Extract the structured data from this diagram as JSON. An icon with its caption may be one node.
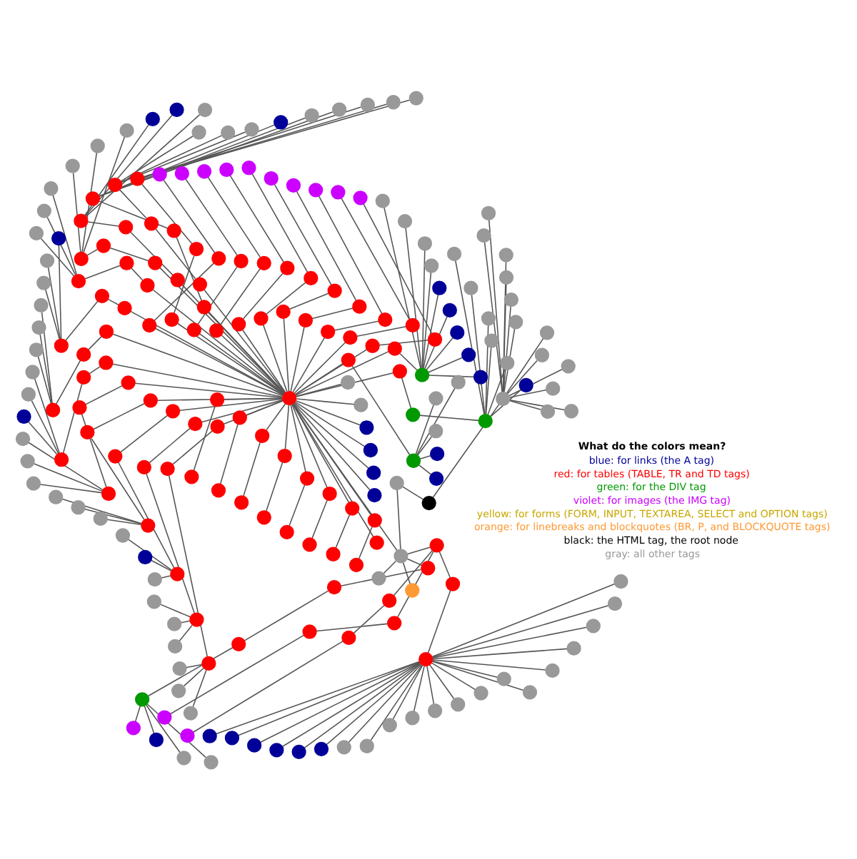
{
  "diagram": {
    "nodes": [
      {
        "text": [],
        "shape": "circle"
      },
      {
        "text": [],
        "shape": "circle"
      },
      {
        "text": [],
        "shape": "circle"
      },
      {
        "text": [],
        "shape": "circle"
      },
      {
        "text": [],
        "shape": "circle"
      },
      {
        "text": [],
        "shape": "circle"
      },
      {
        "text": [],
        "shape": "circle"
      },
      {
        "text": [],
        "shape": "circle"
      },
      {
        "text": [],
        "shape": "circle"
      },
      {
        "text": [],
        "shape": "circle"
      },
      {
        "text": [],
        "shape": "circle"
      },
      {
        "text": [],
        "shape": "circle"
      },
      {
        "text": [],
        "shape": "circle"
      },
      {
        "text": [],
        "shape": "circle"
      },
      {
        "text": [],
        "shape": "circle"
      },
      {
        "text": [],
        "shape": "circle"
      },
      {
        "text": [],
        "shape": "circle"
      },
      {
        "text": [],
        "shape": "circle"
      },
      {
        "text": [],
        "shape": "circle"
      },
      {
        "text": [],
        "shape": "circle"
      },
      {
        "text": [],
        "shape": "circle"
      },
      {
        "text": [],
        "shape": "circle"
      },
      {
        "text": [],
        "shape": "circle"
      },
      {
        "text": [],
        "shape": "circle"
      },
      {
        "text": [],
        "shape": "circle"
      },
      {
        "text": [],
        "shape": "circle"
      },
      {
        "text": [],
        "shape": "circle"
      },
      {
        "text": [],
        "shape": "circle"
      },
      {
        "text": [],
        "shape": "circle"
      },
      {
        "text": [],
        "shape": "circle"
      },
      {
        "text": [],
        "shape": "circle"
      },
      {
        "text": [],
        "shape": "circle"
      },
      {
        "text": [],
        "shape": "circle"
      },
      {
        "text": [],
        "shape": "circle"
      },
      {
        "text": [],
        "shape": "circle"
      },
      {
        "text": [],
        "shape": "circle"
      },
      {
        "text": [],
        "shape": "circle"
      },
      {
        "text": [],
        "shape": "circle"
      },
      {
        "text": [],
        "shape": "circle"
      },
      {
        "text": [],
        "shape": "circle"
      },
      {
        "text": [],
        "shape": "circle"
      },
      {
        "text": [],
        "shape": "circle"
      },
      {
        "text": [],
        "shape": "circle"
      },
      {
        "text": [],
        "shape": "circle"
      },
      {
        "text": [],
        "shape": "circle"
      },
      {
        "text": [],
        "shape": "circle"
      },
      {
        "text": [],
        "shape": "circle"
      },
      {
        "text": [],
        "shape": "circle"
      },
      {
        "text": [],
        "shape": "circle"
      },
      {
        "text": [],
        "shape": "circle"
      },
      {
        "text": [],
        "shape": "circle"
      },
      {
        "text": [],
        "shape": "circle"
      },
      {
        "text": [],
        "shape": "circle"
      },
      {
        "text": [],
        "shape": "circle"
      },
      {
        "text": [],
        "shape": "circle"
      },
      {
        "text": [],
        "shape": "circle"
      },
      {
        "text": [],
        "shape": "circle"
      },
      {
        "text": [],
        "shape": "circle"
      },
      {
        "text": [],
        "shape": "circle"
      },
      {
        "text": [],
        "shape": "circle"
      },
      {
        "text": [],
        "shape": "circle"
      },
      {
        "text": [],
        "shape": "circle"
      },
      {
        "text": [],
        "shape": "circle"
      },
      {
        "text": [],
        "shape": "circle"
      },
      {
        "text": [],
        "shape": "circle"
      },
      {
        "text": [],
        "shape": "circle"
      },
      {
        "text": [],
        "shape": "circle"
      },
      {
        "text": [],
        "shape": "circle"
      },
      {
        "text": [],
        "shape": "circle"
      },
      {
        "text": [],
        "shape": "circle"
      },
      {
        "text": [],
        "shape": "circle"
      },
      {
        "text": [],
        "shape": "circle"
      },
      {
        "text": [],
        "shape": "circle"
      },
      {
        "text": [],
        "shape": "circle"
      },
      {
        "text": [],
        "shape": "circle"
      },
      {
        "text": [],
        "shape": "circle"
      },
      {
        "text": [],
        "shape": "circle"
      },
      {
        "text": [],
        "shape": "circle"
      },
      {
        "text": [],
        "shape": "circle"
      },
      {
        "text": [],
        "shape": "circle"
      },
      {
        "text": [],
        "shape": "circle"
      },
      {
        "text": [],
        "shape": "circle"
      },
      {
        "text": [],
        "shape": "circle"
      },
      {
        "text": [],
        "shape": "circle"
      },
      {
        "text": [],
        "shape": "circle"
      },
      {
        "text": [],
        "shape": "circle"
      },
      {
        "text": [],
        "shape": "circle"
      },
      {
        "text": [],
        "shape": "circle"
      },
      {
        "text": [],
        "shape": "circle"
      },
      {
        "text": [],
        "shape": "circle"
      },
      {
        "text": [],
        "shape": "circle"
      },
      {
        "text": [],
        "shape": "circle"
      },
      {
        "text": [],
        "shape": "circle"
      },
      {
        "text": [],
        "shape": "circle"
      },
      {
        "text": [],
        "shape": "circle"
      },
      {
        "text": [],
        "shape": "circle"
      },
      {
        "text": [],
        "shape": "circle"
      },
      {
        "text": [],
        "shape": "circle"
      },
      {
        "text": [],
        "shape": "circle"
      },
      {
        "text": [],
        "shape": "circle"
      },
      {
        "text": [],
        "shape": "circle"
      },
      {
        "text": [],
        "shape": "circle"
      },
      {
        "text": [],
        "shape": "circle"
      },
      {
        "text": [],
        "shape": "circle"
      },
      {
        "text": [],
        "shape": "circle"
      },
      {
        "text": [],
        "shape": "circle"
      },
      {
        "text": [],
        "shape": "circle"
      },
      {
        "text": [],
        "shape": "circle"
      },
      {
        "text": [],
        "shape": "circle"
      },
      {
        "text": [],
        "shape": "circle"
      },
      {
        "text": [],
        "shape": "circle"
      },
      {
        "text": [],
        "shape": "circle"
      },
      {
        "text": [],
        "shape": "circle"
      },
      {
        "text": [],
        "shape": "circle"
      },
      {
        "text": [],
        "shape": "circle"
      },
      {
        "text": [],
        "shape": "circle"
      },
      {
        "text": [],
        "shape": "circle"
      },
      {
        "text": [],
        "shape": "circle"
      },
      {
        "text": [],
        "shape": "circle"
      },
      {
        "text": [],
        "shape": "circle"
      },
      {
        "text": [],
        "shape": "circle"
      },
      {
        "text": [],
        "shape": "circle"
      },
      {
        "text": [],
        "shape": "circle"
      },
      {
        "text": [],
        "shape": "circle"
      },
      {
        "text": [],
        "shape": "circle"
      },
      {
        "text": [],
        "shape": "circle"
      },
      {
        "text": [],
        "shape": "circle"
      },
      {
        "text": [],
        "shape": "circle"
      },
      {
        "text": [],
        "shape": "circle"
      },
      {
        "text": [],
        "shape": "circle"
      },
      {
        "text": [],
        "shape": "circle"
      },
      {
        "text": [],
        "shape": "circle"
      },
      {
        "text": [],
        "shape": "circle"
      },
      {
        "text": [],
        "shape": "circle"
      },
      {
        "text": [],
        "shape": "circle"
      },
      {
        "text": [],
        "shape": "circle"
      },
      {
        "text": [],
        "shape": "circle"
      },
      {
        "text": [],
        "shape": "circle"
      },
      {
        "text": [],
        "shape": "circle"
      },
      {
        "text": [],
        "shape": "circle"
      },
      {
        "text": [],
        "shape": "circle"
      },
      {
        "text": [],
        "shape": "circle"
      },
      {
        "text": [],
        "shape": "circle"
      },
      {
        "text": [],
        "shape": "circle"
      },
      {
        "text": [],
        "shape": "circle"
      },
      {
        "text": [],
        "shape": "circle"
      },
      {
        "text": [],
        "shape": "circle"
      },
      {
        "text": [],
        "shape": "circle"
      },
      {
        "text": [],
        "shape": "circle"
      },
      {
        "text": [],
        "shape": "circle"
      },
      {
        "text": [],
        "shape": "circle"
      },
      {
        "text": [],
        "shape": "circle"
      },
      {
        "text": [],
        "shape": "circle"
      },
      {
        "text": [],
        "shape": "circle"
      },
      {
        "text": [],
        "shape": "circle"
      },
      {
        "text": [],
        "shape": "circle"
      },
      {
        "text": [],
        "shape": "circle"
      },
      {
        "text": [],
        "shape": "circle"
      },
      {
        "text": [],
        "shape": "circle"
      },
      {
        "text": [],
        "shape": "circle"
      },
      {
        "text": [],
        "shape": "circle"
      },
      {
        "text": [],
        "shape": "circle"
      },
      {
        "text": [],
        "shape": "circle"
      },
      {
        "text": [],
        "shape": "circle"
      },
      {
        "text": [],
        "shape": "circle"
      },
      {
        "text": [],
        "shape": "circle"
      },
      {
        "text": [],
        "shape": "circle"
      },
      {
        "text": [],
        "shape": "circle"
      },
      {
        "text": [],
        "shape": "circle"
      },
      {
        "text": [],
        "shape": "circle"
      },
      {
        "text": [],
        "shape": "circle"
      },
      {
        "text": [],
        "shape": "circle"
      },
      {
        "text": [],
        "shape": "circle"
      },
      {
        "text": [],
        "shape": "circle"
      },
      {
        "text": [],
        "shape": "circle"
      },
      {
        "text": [],
        "shape": "circle"
      },
      {
        "text": [],
        "shape": "circle"
      },
      {
        "text": [],
        "shape": "circle"
      },
      {
        "text": [],
        "shape": "circle"
      },
      {
        "text": [],
        "shape": "circle"
      },
      {
        "text": [],
        "shape": "circle"
      },
      {
        "text": [],
        "shape": "circle"
      },
      {
        "text": [],
        "shape": "circle"
      },
      {
        "text": [],
        "shape": "circle"
      },
      {
        "text": [],
        "shape": "circle"
      },
      {
        "text": [],
        "shape": "circle"
      },
      {
        "text": [],
        "shape": "circle"
      },
      {
        "text": [],
        "shape": "circle"
      },
      {
        "text": [],
        "shape": "circle"
      },
      {
        "text": [],
        "shape": "circle"
      },
      {
        "text": [],
        "shape": "circle"
      },
      {
        "text": [],
        "shape": "circle"
      },
      {
        "text": [],
        "shape": "circle"
      },
      {
        "text": [],
        "shape": "circle"
      },
      {
        "text": [],
        "shape": "circle"
      },
      {
        "text": [],
        "shape": "circle"
      },
      {
        "text": [],
        "shape": "circle"
      },
      {
        "text": [],
        "shape": "circle"
      },
      {
        "text": [],
        "shape": "circle"
      },
      {
        "text": [],
        "shape": "circle"
      },
      {
        "text": [],
        "shape": "circle"
      },
      {
        "text": [],
        "shape": "circle"
      },
      {
        "text": [],
        "shape": "circle"
      },
      {
        "text": [],
        "shape": "circle"
      },
      {
        "text": [],
        "shape": "circle"
      },
      {
        "text": [],
        "shape": "circle"
      },
      {
        "text": [],
        "shape": "circle"
      },
      {
        "text": [],
        "shape": "circle"
      },
      {
        "text": [],
        "shape": "circle"
      },
      {
        "text": [],
        "shape": "circle"
      },
      {
        "text": [],
        "shape": "circle"
      },
      {
        "text": [],
        "shape": "circle"
      },
      {
        "text": [],
        "shape": "circle"
      },
      {
        "text": [],
        "shape": "circle"
      },
      {
        "text": [],
        "shape": "circle"
      },
      {
        "text": [],
        "shape": "circle"
      },
      {
        "text": [],
        "shape": "circle"
      },
      {
        "text": [],
        "shape": "circle"
      },
      {
        "text": [],
        "shape": "circle"
      },
      {
        "text": [],
        "shape": "circle"
      }
    ],
    "edges": [
      {
        "from": 0,
        "to": 1,
        "arrow": "none"
      },
      {
        "from": 1,
        "to": 2,
        "arrow": "none"
      },
      {
        "from": 1,
        "to": 3,
        "arrow": "none"
      },
      {
        "from": 1,
        "to": 4,
        "arrow": "none"
      },
      {
        "from": 1,
        "to": 5,
        "arrow": "none"
      },
      {
        "from": 1,
        "to": 6,
        "arrow": "none"
      },
      {
        "from": 1,
        "to": 7,
        "arrow": "none"
      },
      {
        "from": 1,
        "to": 8,
        "arrow": "none"
      },
      {
        "from": 1,
        "to": 9,
        "arrow": "none"
      },
      {
        "from": 1,
        "to": 10,
        "arrow": "none"
      },
      {
        "from": 1,
        "to": 11,
        "arrow": "none"
      },
      {
        "from": 1,
        "to": 12,
        "arrow": "none"
      },
      {
        "from": 1,
        "to": 13,
        "arrow": "none"
      },
      {
        "from": 0,
        "to": 14,
        "arrow": "none"
      },
      {
        "from": 14,
        "to": 15,
        "arrow": "none"
      },
      {
        "from": 15,
        "to": 16,
        "arrow": "none"
      },
      {
        "from": 15,
        "to": 17,
        "arrow": "none"
      },
      {
        "from": 15,
        "to": 18,
        "arrow": "none"
      },
      {
        "from": 18,
        "to": 19,
        "arrow": "none"
      },
      {
        "from": 19,
        "to": 20,
        "arrow": "none"
      },
      {
        "from": 20,
        "to": 21,
        "arrow": "none"
      },
      {
        "from": 21,
        "to": 22,
        "arrow": "none"
      },
      {
        "from": 21,
        "to": 23,
        "arrow": "none"
      },
      {
        "from": 21,
        "to": 24,
        "arrow": "none"
      },
      {
        "from": 21,
        "to": 25,
        "arrow": "none"
      },
      {
        "from": 15,
        "to": 26,
        "arrow": "none"
      },
      {
        "from": 26,
        "to": 27,
        "arrow": "none"
      },
      {
        "from": 27,
        "to": 28,
        "arrow": "none"
      },
      {
        "from": 28,
        "to": 29,
        "arrow": "none"
      },
      {
        "from": 26,
        "to": 30,
        "arrow": "none"
      },
      {
        "from": 30,
        "to": 31,
        "arrow": "none"
      },
      {
        "from": 31,
        "to": 32,
        "arrow": "none"
      },
      {
        "from": 26,
        "to": 33,
        "arrow": "none"
      },
      {
        "from": 33,
        "to": 34,
        "arrow": "none"
      },
      {
        "from": 34,
        "to": 35,
        "arrow": "none"
      },
      {
        "from": 34,
        "to": 36,
        "arrow": "none"
      },
      {
        "from": 34,
        "to": 37,
        "arrow": "none"
      },
      {
        "from": 34,
        "to": 38,
        "arrow": "none"
      },
      {
        "from": 34,
        "to": 39,
        "arrow": "none"
      },
      {
        "from": 34,
        "to": 40,
        "arrow": "none"
      },
      {
        "from": 34,
        "to": 41,
        "arrow": "none"
      },
      {
        "from": 34,
        "to": 42,
        "arrow": "none"
      },
      {
        "from": 34,
        "to": 43,
        "arrow": "none"
      },
      {
        "from": 34,
        "to": 44,
        "arrow": "none"
      },
      {
        "from": 34,
        "to": 45,
        "arrow": "none"
      },
      {
        "from": 34,
        "to": 46,
        "arrow": "none"
      },
      {
        "from": 34,
        "to": 47,
        "arrow": "none"
      },
      {
        "from": 34,
        "to": 48,
        "arrow": "none"
      },
      {
        "from": 34,
        "to": 49,
        "arrow": "none"
      },
      {
        "from": 34,
        "to": 50,
        "arrow": "none"
      },
      {
        "from": 34,
        "to": 51,
        "arrow": "none"
      },
      {
        "from": 34,
        "to": 52,
        "arrow": "none"
      },
      {
        "from": 34,
        "to": 53,
        "arrow": "none"
      },
      {
        "from": 34,
        "to": 54,
        "arrow": "none"
      },
      {
        "from": 15,
        "to": 55,
        "arrow": "none"
      },
      {
        "from": 55,
        "to": 56,
        "arrow": "none"
      },
      {
        "from": 55,
        "to": 57,
        "arrow": "none"
      },
      {
        "from": 55,
        "to": 58,
        "arrow": "none"
      },
      {
        "from": 55,
        "to": 59,
        "arrow": "none"
      },
      {
        "from": 55,
        "to": 60,
        "arrow": "none"
      },
      {
        "from": 55,
        "to": 61,
        "arrow": "none"
      },
      {
        "from": 55,
        "to": 62,
        "arrow": "none"
      },
      {
        "from": 55,
        "to": 63,
        "arrow": "none"
      },
      {
        "from": 63,
        "to": 64,
        "arrow": "none"
      },
      {
        "from": 64,
        "to": 65,
        "arrow": "none"
      },
      {
        "from": 64,
        "to": 66,
        "arrow": "none"
      },
      {
        "from": 64,
        "to": 67,
        "arrow": "none"
      },
      {
        "from": 64,
        "to": 68,
        "arrow": "none"
      },
      {
        "from": 64,
        "to": 69,
        "arrow": "none"
      },
      {
        "from": 55,
        "to": 70,
        "arrow": "none"
      },
      {
        "from": 70,
        "to": 71,
        "arrow": "none"
      },
      {
        "from": 71,
        "to": 72,
        "arrow": "none"
      },
      {
        "from": 72,
        "to": 73,
        "arrow": "none"
      },
      {
        "from": 72,
        "to": 74,
        "arrow": "none"
      },
      {
        "from": 72,
        "to": 75,
        "arrow": "none"
      },
      {
        "from": 72,
        "to": 76,
        "arrow": "none"
      },
      {
        "from": 72,
        "to": 77,
        "arrow": "none"
      },
      {
        "from": 72,
        "to": 78,
        "arrow": "none"
      },
      {
        "from": 55,
        "to": 79,
        "arrow": "none"
      },
      {
        "from": 79,
        "to": 80,
        "arrow": "none"
      },
      {
        "from": 80,
        "to": 81,
        "arrow": "none"
      },
      {
        "from": 80,
        "to": 82,
        "arrow": "none"
      },
      {
        "from": 80,
        "to": 83,
        "arrow": "none"
      },
      {
        "from": 80,
        "to": 84,
        "arrow": "none"
      },
      {
        "from": 80,
        "to": 85,
        "arrow": "none"
      },
      {
        "from": 80,
        "to": 86,
        "arrow": "none"
      },
      {
        "from": 80,
        "to": 87,
        "arrow": "none"
      },
      {
        "from": 80,
        "to": 88,
        "arrow": "none"
      },
      {
        "from": 80,
        "to": 89,
        "arrow": "none"
      },
      {
        "from": 55,
        "to": 90,
        "arrow": "none"
      },
      {
        "from": 90,
        "to": 91,
        "arrow": "none"
      },
      {
        "from": 91,
        "to": 92,
        "arrow": "none"
      },
      {
        "from": 55,
        "to": 93,
        "arrow": "none"
      },
      {
        "from": 93,
        "to": 94,
        "arrow": "none"
      },
      {
        "from": 94,
        "to": 95,
        "arrow": "none"
      },
      {
        "from": 55,
        "to": 96,
        "arrow": "none"
      },
      {
        "from": 96,
        "to": 97,
        "arrow": "none"
      },
      {
        "from": 97,
        "to": 98,
        "arrow": "none"
      },
      {
        "from": 55,
        "to": 99,
        "arrow": "none"
      },
      {
        "from": 99,
        "to": 100,
        "arrow": "none"
      },
      {
        "from": 100,
        "to": 101,
        "arrow": "none"
      },
      {
        "from": 55,
        "to": 102,
        "arrow": "none"
      },
      {
        "from": 102,
        "to": 103,
        "arrow": "none"
      },
      {
        "from": 103,
        "to": 104,
        "arrow": "none"
      },
      {
        "from": 55,
        "to": 105,
        "arrow": "none"
      },
      {
        "from": 105,
        "to": 106,
        "arrow": "none"
      },
      {
        "from": 106,
        "to": 107,
        "arrow": "none"
      },
      {
        "from": 55,
        "to": 108,
        "arrow": "none"
      },
      {
        "from": 108,
        "to": 109,
        "arrow": "none"
      },
      {
        "from": 109,
        "to": 110,
        "arrow": "none"
      },
      {
        "from": 55,
        "to": 111,
        "arrow": "none"
      },
      {
        "from": 111,
        "to": 112,
        "arrow": "none"
      },
      {
        "from": 112,
        "to": 113,
        "arrow": "none"
      },
      {
        "from": 55,
        "to": 114,
        "arrow": "none"
      },
      {
        "from": 114,
        "to": 115,
        "arrow": "none"
      },
      {
        "from": 115,
        "to": 116,
        "arrow": "none"
      },
      {
        "from": 55,
        "to": 117,
        "arrow": "none"
      },
      {
        "from": 117,
        "to": 118,
        "arrow": "none"
      },
      {
        "from": 118,
        "to": 119,
        "arrow": "none"
      },
      {
        "from": 55,
        "to": 120,
        "arrow": "none"
      },
      {
        "from": 120,
        "to": 121,
        "arrow": "none"
      },
      {
        "from": 121,
        "to": 122,
        "arrow": "none"
      },
      {
        "from": 122,
        "to": 123,
        "arrow": "none"
      },
      {
        "from": 122,
        "to": 124,
        "arrow": "none"
      },
      {
        "from": 122,
        "to": 125,
        "arrow": "none"
      },
      {
        "from": 55,
        "to": 126,
        "arrow": "none"
      },
      {
        "from": 126,
        "to": 127,
        "arrow": "none"
      },
      {
        "from": 127,
        "to": 128,
        "arrow": "none"
      },
      {
        "from": 128,
        "to": 129,
        "arrow": "none"
      },
      {
        "from": 128,
        "to": 130,
        "arrow": "none"
      },
      {
        "from": 128,
        "to": 131,
        "arrow": "none"
      },
      {
        "from": 55,
        "to": 132,
        "arrow": "none"
      },
      {
        "from": 132,
        "to": 133,
        "arrow": "none"
      },
      {
        "from": 133,
        "to": 134,
        "arrow": "none"
      },
      {
        "from": 134,
        "to": 135,
        "arrow": "none"
      },
      {
        "from": 134,
        "to": 136,
        "arrow": "none"
      },
      {
        "from": 134,
        "to": 137,
        "arrow": "none"
      },
      {
        "from": 55,
        "to": 138,
        "arrow": "none"
      },
      {
        "from": 138,
        "to": 139,
        "arrow": "none"
      },
      {
        "from": 139,
        "to": 140,
        "arrow": "none"
      },
      {
        "from": 140,
        "to": 141,
        "arrow": "none"
      },
      {
        "from": 140,
        "to": 142,
        "arrow": "none"
      },
      {
        "from": 140,
        "to": 143,
        "arrow": "none"
      },
      {
        "from": 55,
        "to": 144,
        "arrow": "none"
      },
      {
        "from": 144,
        "to": 145,
        "arrow": "none"
      },
      {
        "from": 145,
        "to": 146,
        "arrow": "none"
      },
      {
        "from": 146,
        "to": 147,
        "arrow": "none"
      },
      {
        "from": 146,
        "to": 148,
        "arrow": "none"
      },
      {
        "from": 146,
        "to": 149,
        "arrow": "none"
      },
      {
        "from": 55,
        "to": 150,
        "arrow": "none"
      },
      {
        "from": 150,
        "to": 151,
        "arrow": "none"
      },
      {
        "from": 151,
        "to": 152,
        "arrow": "none"
      },
      {
        "from": 152,
        "to": 153,
        "arrow": "none"
      },
      {
        "from": 152,
        "to": 154,
        "arrow": "none"
      },
      {
        "from": 152,
        "to": 155,
        "arrow": "none"
      },
      {
        "from": 55,
        "to": 156,
        "arrow": "none"
      },
      {
        "from": 156,
        "to": 157,
        "arrow": "none"
      },
      {
        "from": 157,
        "to": 158,
        "arrow": "none"
      },
      {
        "from": 158,
        "to": 159,
        "arrow": "none"
      },
      {
        "from": 158,
        "to": 160,
        "arrow": "none"
      },
      {
        "from": 158,
        "to": 161,
        "arrow": "none"
      },
      {
        "from": 55,
        "to": 162,
        "arrow": "none"
      },
      {
        "from": 162,
        "to": 163,
        "arrow": "none"
      },
      {
        "from": 163,
        "to": 164,
        "arrow": "none"
      },
      {
        "from": 164,
        "to": 165,
        "arrow": "none"
      },
      {
        "from": 164,
        "to": 166,
        "arrow": "none"
      },
      {
        "from": 164,
        "to": 167,
        "arrow": "none"
      },
      {
        "from": 55,
        "to": 168,
        "arrow": "none"
      },
      {
        "from": 168,
        "to": 169,
        "arrow": "none"
      },
      {
        "from": 169,
        "to": 170,
        "arrow": "none"
      },
      {
        "from": 170,
        "to": 171,
        "arrow": "none"
      },
      {
        "from": 170,
        "to": 172,
        "arrow": "none"
      },
      {
        "from": 170,
        "to": 173,
        "arrow": "none"
      },
      {
        "from": 55,
        "to": 174,
        "arrow": "none"
      },
      {
        "from": 174,
        "to": 175,
        "arrow": "none"
      },
      {
        "from": 175,
        "to": 176,
        "arrow": "none"
      },
      {
        "from": 176,
        "to": 177,
        "arrow": "none"
      },
      {
        "from": 176,
        "to": 178,
        "arrow": "none"
      },
      {
        "from": 176,
        "to": 179,
        "arrow": "none"
      },
      {
        "from": 55,
        "to": 180,
        "arrow": "none"
      },
      {
        "from": 180,
        "to": 181,
        "arrow": "none"
      },
      {
        "from": 181,
        "to": 182,
        "arrow": "none"
      },
      {
        "from": 182,
        "to": 183,
        "arrow": "none"
      },
      {
        "from": 182,
        "to": 184,
        "arrow": "none"
      },
      {
        "from": 182,
        "to": 185,
        "arrow": "none"
      },
      {
        "from": 55,
        "to": 186,
        "arrow": "none"
      },
      {
        "from": 186,
        "to": 187,
        "arrow": "none"
      },
      {
        "from": 187,
        "to": 188,
        "arrow": "none"
      },
      {
        "from": 188,
        "to": 189,
        "arrow": "none"
      },
      {
        "from": 188,
        "to": 190,
        "arrow": "none"
      },
      {
        "from": 188,
        "to": 191,
        "arrow": "none"
      },
      {
        "from": 55,
        "to": 192,
        "arrow": "none"
      },
      {
        "from": 192,
        "to": 193,
        "arrow": "none"
      },
      {
        "from": 193,
        "to": 194,
        "arrow": "none"
      },
      {
        "from": 194,
        "to": 195,
        "arrow": "none"
      },
      {
        "from": 194,
        "to": 196,
        "arrow": "none"
      },
      {
        "from": 194,
        "to": 197,
        "arrow": "none"
      },
      {
        "from": 55,
        "to": 198,
        "arrow": "none"
      },
      {
        "from": 198,
        "to": 199,
        "arrow": "none"
      },
      {
        "from": 199,
        "to": 200,
        "arrow": "none"
      },
      {
        "from": 200,
        "to": 201,
        "arrow": "none"
      },
      {
        "from": 200,
        "to": 202,
        "arrow": "none"
      },
      {
        "from": 200,
        "to": 203,
        "arrow": "none"
      },
      {
        "from": 55,
        "to": 204,
        "arrow": "none"
      },
      {
        "from": 204,
        "to": 205,
        "arrow": "none"
      },
      {
        "from": 55,
        "to": 206,
        "arrow": "none"
      },
      {
        "from": 206,
        "to": 207,
        "arrow": "none"
      },
      {
        "from": 55,
        "to": 208,
        "arrow": "none"
      },
      {
        "from": 208,
        "to": 209,
        "arrow": "none"
      },
      {
        "from": 55,
        "to": 210,
        "arrow": "none"
      },
      {
        "from": 210,
        "to": 211,
        "arrow": "none"
      },
      {
        "from": 55,
        "to": 212,
        "arrow": "none"
      },
      {
        "from": 212,
        "to": 213,
        "arrow": "none"
      },
      {
        "from": 55,
        "to": 214,
        "arrow": "none"
      },
      {
        "from": 214,
        "to": 215,
        "arrow": "none"
      },
      {
        "from": 55,
        "to": 216,
        "arrow": "none"
      },
      {
        "from": 216,
        "to": 217,
        "arrow": "none"
      },
      {
        "from": 55,
        "to": 218,
        "arrow": "none"
      },
      {
        "from": 218,
        "to": 219,
        "arrow": "none"
      }
    ],
    "labels": [
      "What do the colors mean?"
    ],
    "legend": [
      {
        "text": "blue: for links (the A tag)",
        "color": "#000099"
      },
      {
        "text": "red: for tables (TABLE, TR and TD tags)",
        "color": "#ff0000"
      },
      {
        "text": "green: for the DIV tag",
        "color": "#009900"
      },
      {
        "text": "violet: for images (the IMG tag)",
        "color": "#cc00ff"
      },
      {
        "text": "yellow: for forms (FORM, INPUT, TEXTAREA, SELECT and OPTION tags)",
        "color": "#c8a800"
      },
      {
        "text": "orange: for linebreaks and blockquotes (BR, P, and BLOCKQUOTE tags)",
        "color": "#ff9933"
      },
      {
        "text": "black: the HTML tag, the root node",
        "color": "#000000"
      },
      {
        "text": "gray: all other tags",
        "color": "#999999"
      }
    ]
  }
}
